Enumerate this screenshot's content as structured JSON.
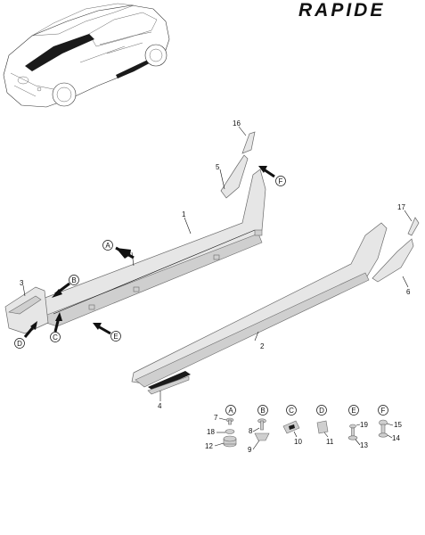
{
  "brand": "RAPIDE",
  "part_labels": {
    "p1": "1",
    "p2": "2",
    "p3": "3",
    "p4": "4",
    "p5": "5",
    "p6": "6",
    "p16": "16",
    "p17": "17",
    "h7": "7",
    "h8": "8",
    "h9": "9",
    "h10": "10",
    "h11": "11",
    "h12": "12",
    "h13": "13",
    "h14": "14",
    "h15": "15",
    "h18": "18",
    "h19": "19"
  },
  "callouts": {
    "A": "A",
    "B": "B",
    "C": "C",
    "D": "D",
    "E": "E",
    "F": "F"
  },
  "colors": {
    "accent": "#111111",
    "panel": "#e6e6e6"
  }
}
